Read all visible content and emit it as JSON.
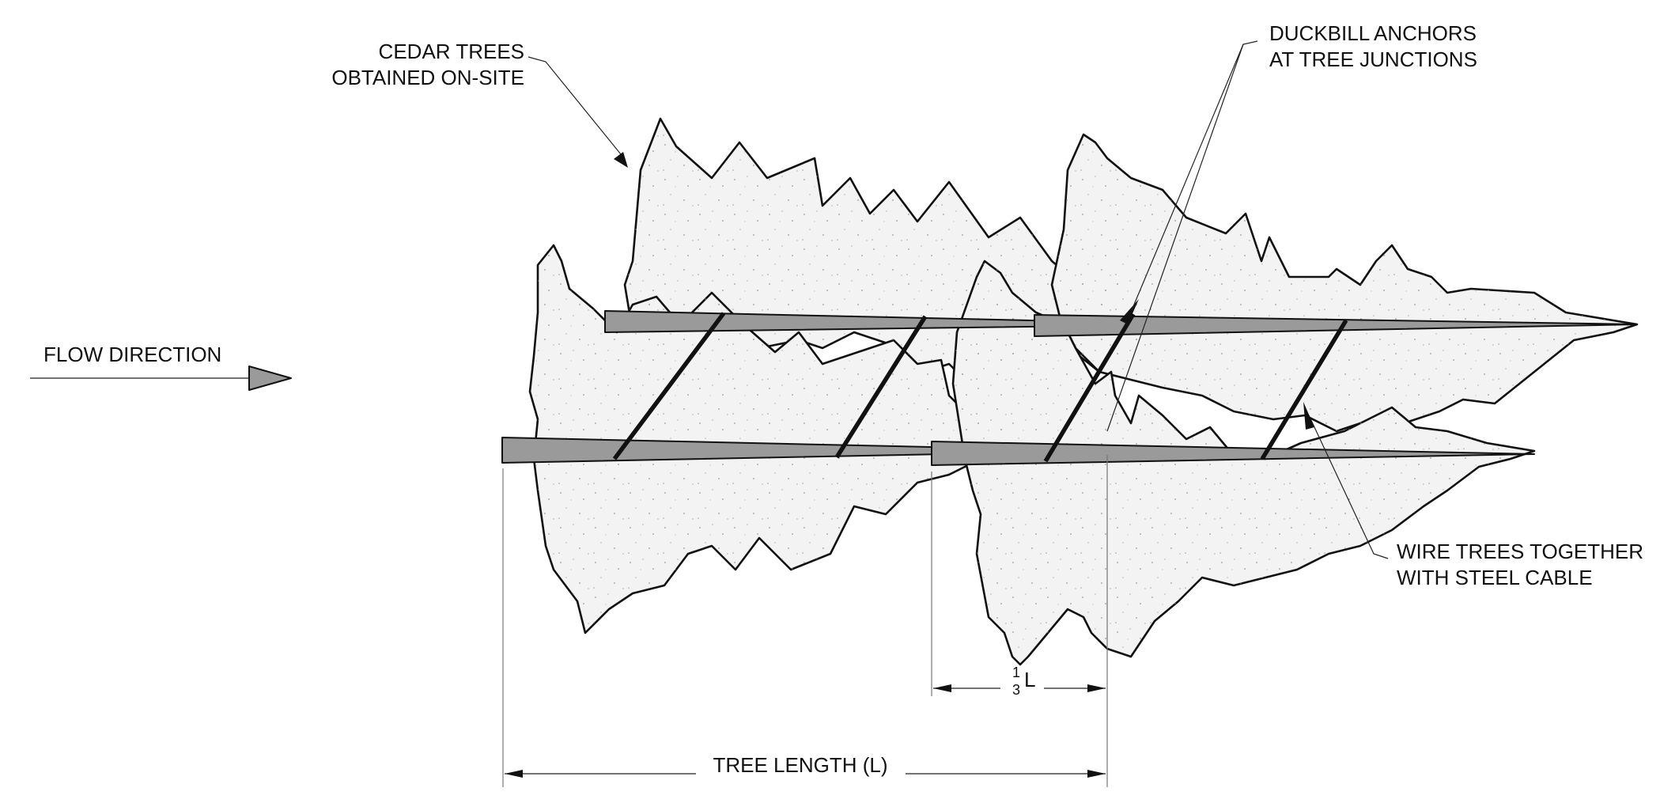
{
  "labels": {
    "cedar_line1": "CEDAR TREES",
    "cedar_line2": "OBTAINED ON-SITE",
    "duckbill_line1": "DUCKBILL ANCHORS",
    "duckbill_line2": "AT TREE JUNCTIONS",
    "wire_line1": "WIRE TREES TOGETHER",
    "wire_line2": "WITH STEEL CABLE",
    "flow": "FLOW DIRECTION",
    "tree_length": "TREE LENGTH (L)",
    "third_num": "1",
    "third_den": "3",
    "third_L": "L"
  },
  "colors": {
    "trunk": "#9a9a9a",
    "crown": "#f3f3f3",
    "line": "#111111"
  }
}
